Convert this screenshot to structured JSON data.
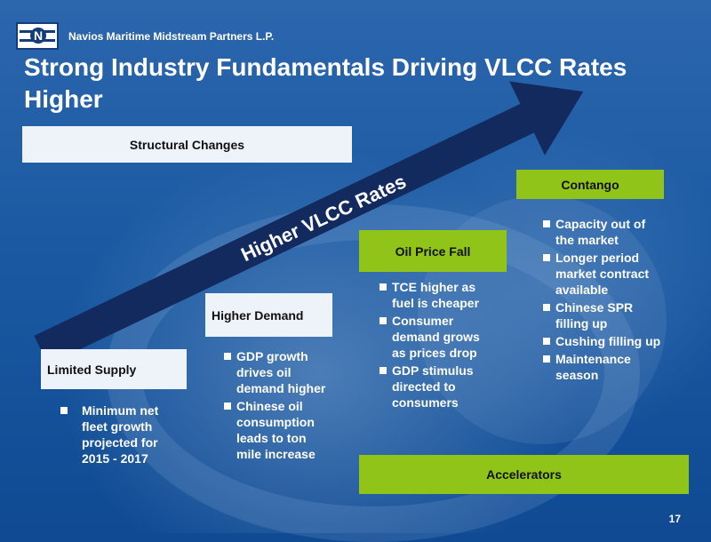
{
  "company": "Navios Maritime Midstream Partners L.P.",
  "logo_letter": "N",
  "title": "Strong Industry Fundamentals Driving VLCC Rates Higher",
  "structural_changes": "Structural Changes",
  "arrow_label": "Higher VLCC Rates",
  "limited_supply": {
    "label": "Limited Supply",
    "bullets": [
      "Minimum net fleet growth projected for 2015 - 2017"
    ]
  },
  "higher_demand": {
    "label": "Higher Demand",
    "bullets": [
      "GDP growth drives oil demand higher",
      "Chinese oil consumption leads to ton mile increase"
    ]
  },
  "oil_price_fall": {
    "label": "Oil Price Fall",
    "bullets": [
      "TCE higher as fuel is cheaper",
      "Consumer demand grows as prices drop",
      "GDP stimulus directed to consumers"
    ]
  },
  "contango": {
    "label": "Contango",
    "bullets": [
      "Capacity out of the market",
      "Longer period market contract available",
      "Chinese SPR filling up",
      "Cushing filling up",
      "Maintenance season"
    ]
  },
  "accelerators": "Accelerators",
  "page_number": "17",
  "colors": {
    "background": "#0f4a93",
    "green": "#91c419",
    "arrow": "#132a5e"
  }
}
